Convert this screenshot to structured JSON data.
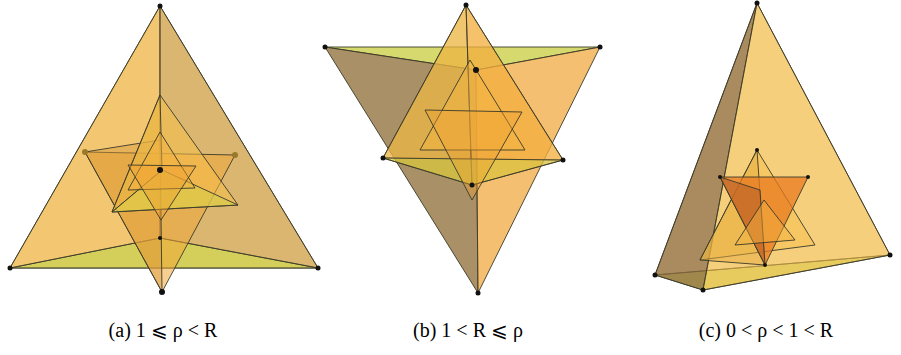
{
  "diagram": {
    "labels": [
      "(a) 1 ⩽ ρ < R",
      "(b) 1 < R ⩽ ρ",
      "(c) 0 < ρ < 1 < R"
    ]
  }
}
